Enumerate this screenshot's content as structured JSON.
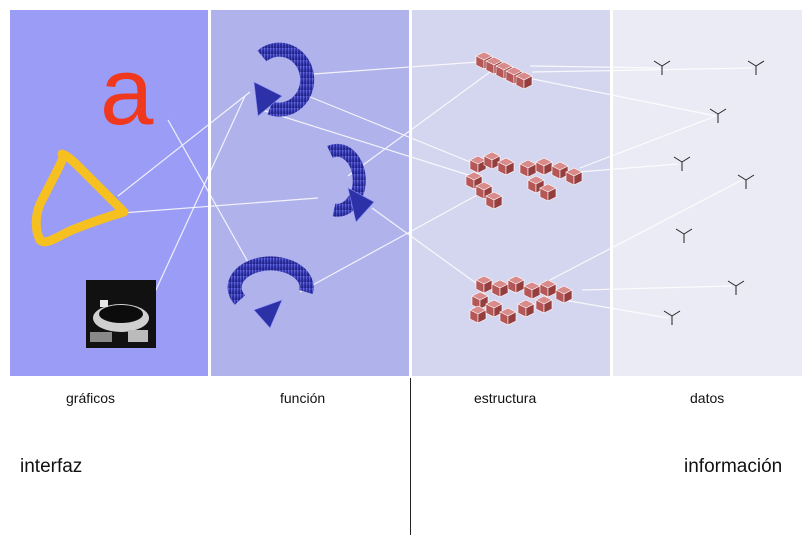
{
  "columns": [
    {
      "label": "gráficos",
      "color": "#9a9cf6"
    },
    {
      "label": "función",
      "color": "#b0b2ec"
    },
    {
      "label": "estructura",
      "color": "#d4d5ee"
    },
    {
      "label": "datos",
      "color": "#ebebf5"
    }
  ],
  "groups": {
    "left": "interfaz",
    "right": "información"
  },
  "graphics": {
    "letter": "a",
    "letter_color": "#f0381e",
    "triangle_color": "#f6c020"
  },
  "colors": {
    "arrow": "#3438b0",
    "cube": "#b85858",
    "connector": "#ffffff",
    "node": "#222222"
  }
}
